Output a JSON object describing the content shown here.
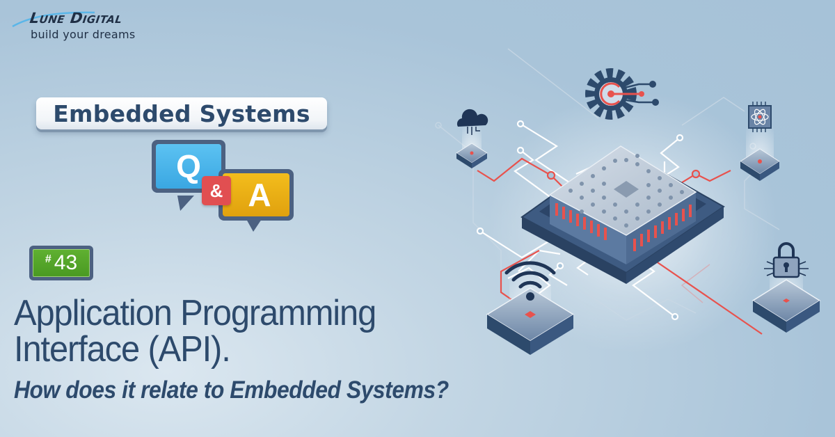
{
  "brand": {
    "name": "Lune Digital",
    "tagline": "build your dreams"
  },
  "category": {
    "label": "Embedded Systems",
    "qa": {
      "q": "Q",
      "amp": "&",
      "a": "A"
    }
  },
  "episode": {
    "hash": "#",
    "number": "43"
  },
  "headline": {
    "line1": "Application Programming",
    "line2": "Interface (API).",
    "question": "How does it relate to Embedded Systems?"
  },
  "illustration": {
    "center": "microchip-processor",
    "nodes": [
      "cloud-icon",
      "gear-circuit-icon",
      "cpu-atom-icon",
      "wifi-icon",
      "lock-circuit-icon"
    ]
  },
  "colors": {
    "background": "#a9c4d9",
    "navy": "#2d4a6c",
    "accent_red": "#e14f51",
    "q_blue": "#3aa7e2",
    "a_yellow": "#e0a10e",
    "badge_green": "#4a9a22",
    "circuit_line": "#e8524d"
  }
}
